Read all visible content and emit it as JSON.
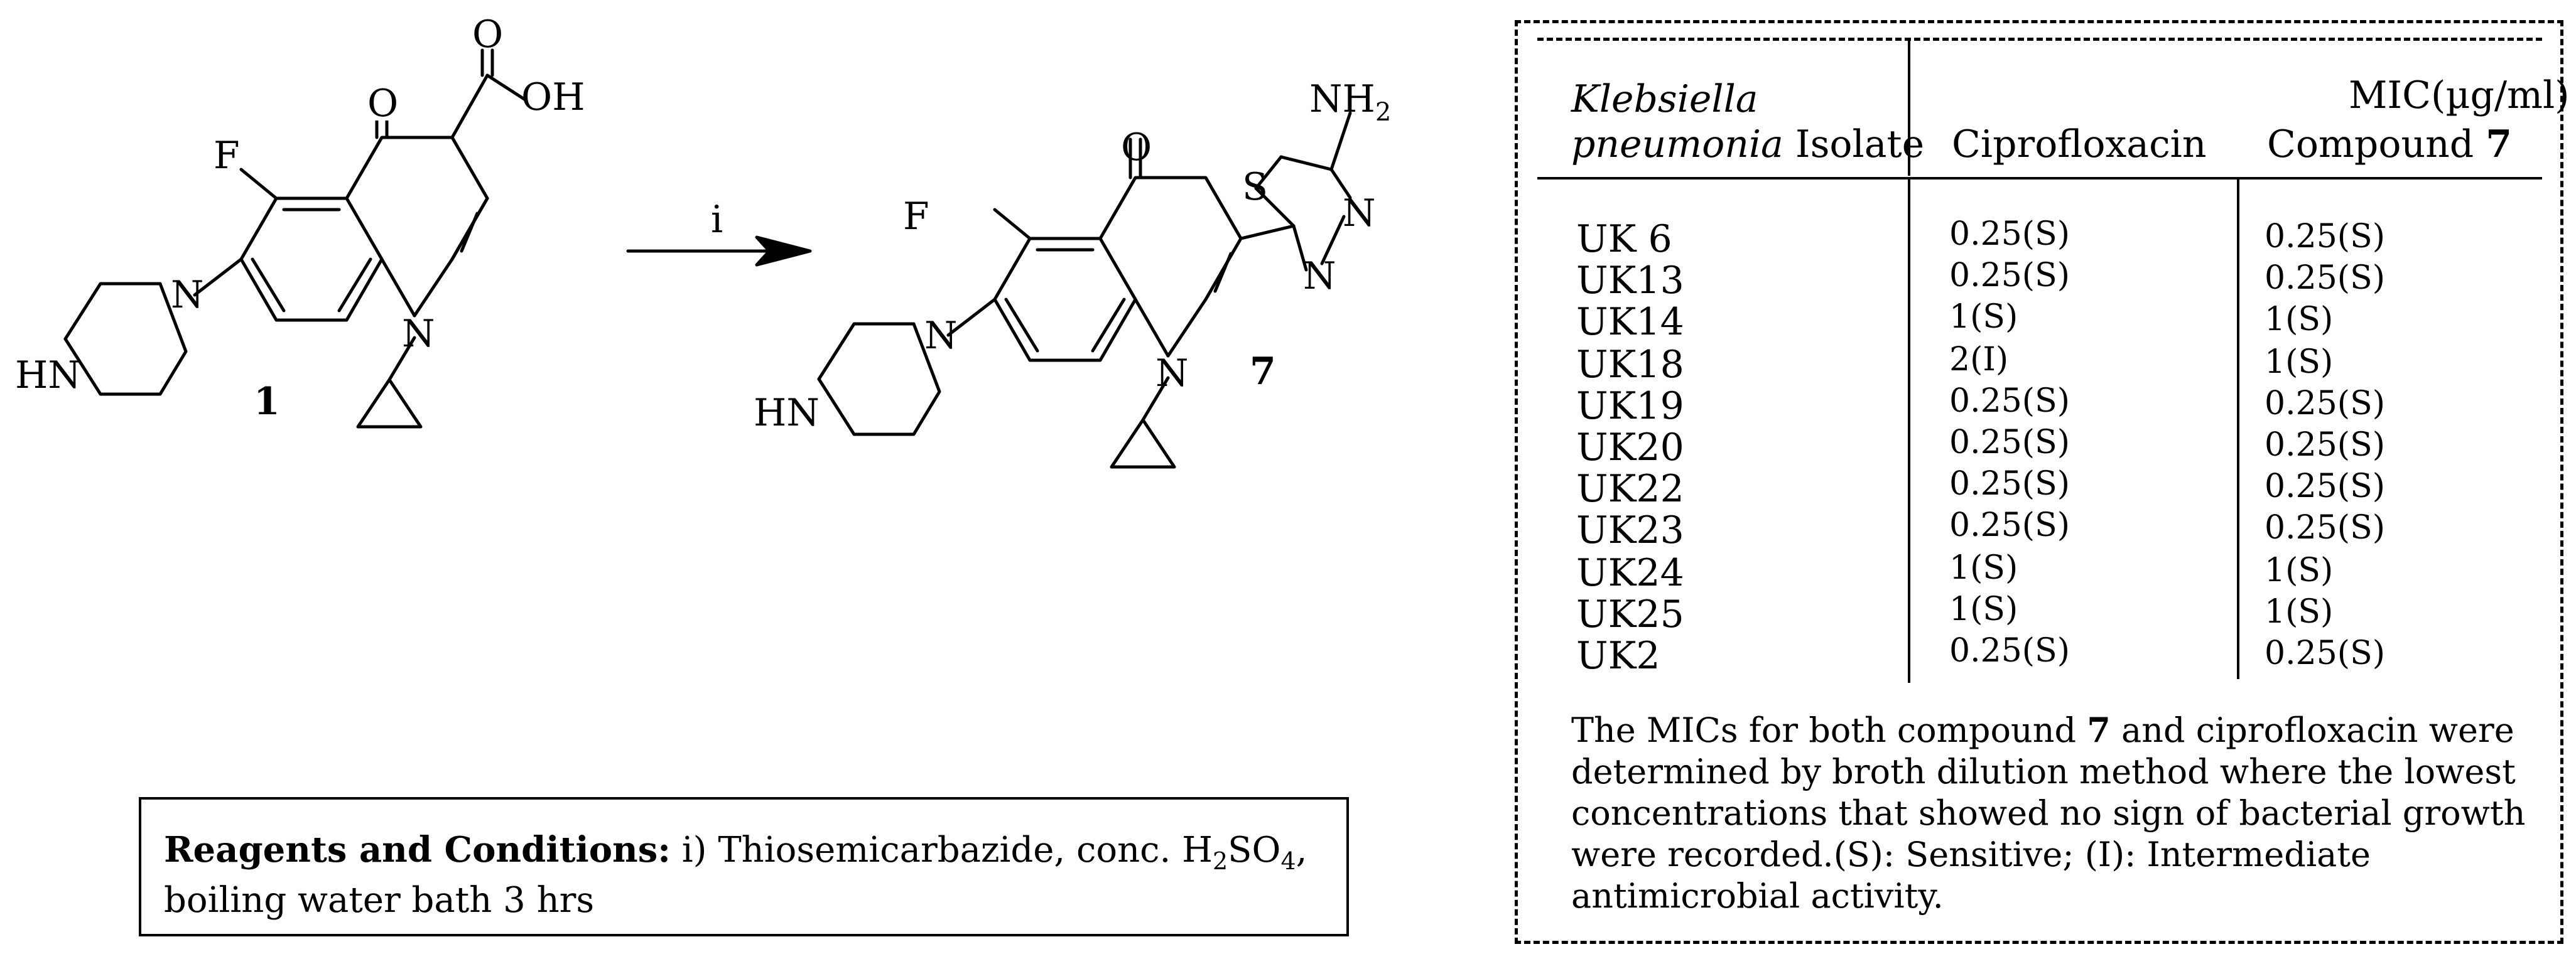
{
  "scheme": {
    "compound1_number": "1",
    "compound7_number": "7",
    "arrow_label": "i",
    "atoms": {
      "F": "F",
      "O": "O",
      "OH": "OH",
      "N": "N",
      "HN": "HN",
      "S": "S",
      "NH2_base": "NH",
      "NH2_sub": "2"
    }
  },
  "conditions": {
    "label": "Reagents and Conditions:",
    "text_1": " i) Thiosemicarbazide, conc. H",
    "sub_2": "2",
    "text_2": "SO",
    "sub_4": "4",
    "text_3": ",",
    "line_2": "boiling water bath 3 hrs"
  },
  "table": {
    "header": {
      "isolate_italic_1": "Klebsiella",
      "isolate_italic_2": "pneumonia",
      "isolate_rest": " Isolate",
      "mic": "MIC(µg/ml)",
      "col_cipro": "Ciprofloxacin",
      "col_compound": "Compound ",
      "col_compound_num": "7"
    },
    "rows": [
      {
        "isolate": "UK 6",
        "cipro": "0.25(S)",
        "compound7": "0.25(S)"
      },
      {
        "isolate": "UK13",
        "cipro": "0.25(S)",
        "compound7": "0.25(S)"
      },
      {
        "isolate": "UK14",
        "cipro": "1(S)",
        "compound7": "1(S)"
      },
      {
        "isolate": "UK18",
        "cipro": "2(I)",
        "compound7": "1(S)"
      },
      {
        "isolate": "UK19",
        "cipro": "0.25(S)",
        "compound7": "0.25(S)"
      },
      {
        "isolate": "UK20",
        "cipro": "0.25(S)",
        "compound7": "0.25(S)"
      },
      {
        "isolate": "UK22",
        "cipro": "0.25(S)",
        "compound7": "0.25(S)"
      },
      {
        "isolate": "UK23",
        "cipro": "0.25(S)",
        "compound7": "0.25(S)"
      },
      {
        "isolate": "UK24",
        "cipro": "1(S)",
        "compound7": "1(S)"
      },
      {
        "isolate": "UK25",
        "cipro": "1(S)",
        "compound7": "1(S)"
      },
      {
        "isolate": "UK2",
        "cipro": "0.25(S)",
        "compound7": "0.25(S)"
      }
    ]
  },
  "note": {
    "part1": "The MICs for both compound ",
    "num": "7",
    "part2": " and ciprofloxacin were determined by broth dilution method where the lowest concentrations that showed no sign of bacterial growth were recorded.(S): Sensitive; (I): Intermediate antimicrobial activity."
  }
}
